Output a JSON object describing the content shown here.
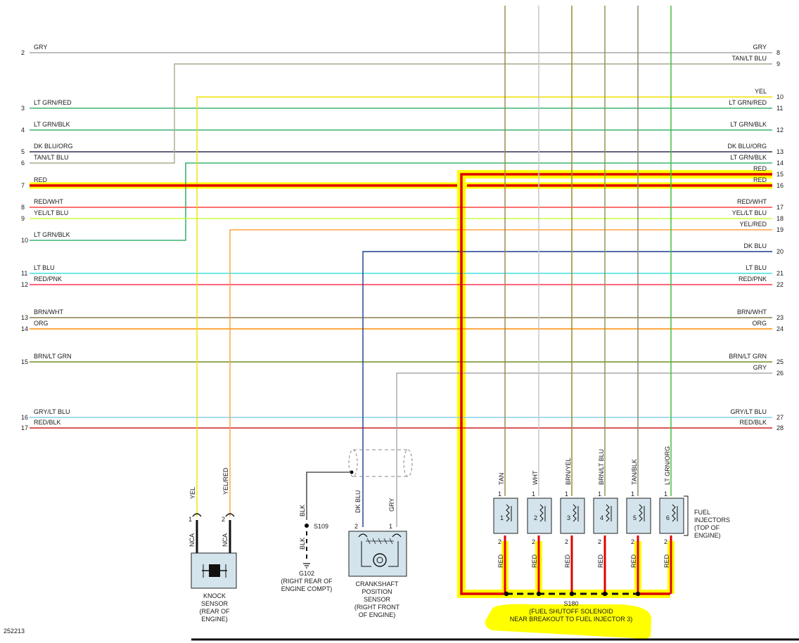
{
  "diagram_id": "252213",
  "left_wires": [
    {
      "pin": "2",
      "label": "GRY",
      "color": "#a9a9a9"
    },
    {
      "pin": "3",
      "label": "LT GRN/RED",
      "color": "#3cb371"
    },
    {
      "pin": "4",
      "label": "LT GRN/BLK",
      "color": "#3cb371"
    },
    {
      "pin": "5",
      "label": "DK BLU/ORG",
      "color": "#2f2f4f"
    },
    {
      "pin": "6",
      "label": "TAN/LT BLU",
      "color": "#a8a890"
    },
    {
      "pin": "7",
      "label": "RED",
      "color": "#e00000"
    },
    {
      "pin": "8",
      "label": "RED/WHT",
      "color": "#ff4040"
    },
    {
      "pin": "9",
      "label": "YEL/LT BLU",
      "color": "#c8ff40"
    },
    {
      "pin": "10",
      "label": "LT GRN/BLK",
      "color": "#3cb371"
    },
    {
      "pin": "11",
      "label": "LT BLU",
      "color": "#40e0e0"
    },
    {
      "pin": "12",
      "label": "RED/PNK",
      "color": "#ff3050"
    },
    {
      "pin": "13",
      "label": "BRN/WHT",
      "color": "#8b7b4b"
    },
    {
      "pin": "14",
      "label": "ORG",
      "color": "#ff8c00"
    },
    {
      "pin": "15",
      "label": "BRN/LT GRN",
      "color": "#6b8e23"
    },
    {
      "pin": "16",
      "label": "GRY/LT BLU",
      "color": "#87ceeb"
    },
    {
      "pin": "17",
      "label": "RED/BLK",
      "color": "#cc2020"
    }
  ],
  "right_wires": [
    {
      "pin": "8",
      "label": "GRY",
      "color": "#a9a9a9"
    },
    {
      "pin": "9",
      "label": "TAN/LT BLU",
      "color": "#a8a890"
    },
    {
      "pin": "10",
      "label": "YEL",
      "color": "#f0e000"
    },
    {
      "pin": "11",
      "label": "LT GRN/RED",
      "color": "#3cb371"
    },
    {
      "pin": "12",
      "label": "LT GRN/BLK",
      "color": "#3cb371"
    },
    {
      "pin": "13",
      "label": "DK BLU/ORG",
      "color": "#2f2f4f"
    },
    {
      "pin": "14",
      "label": "LT GRN/BLK",
      "color": "#3cb371"
    },
    {
      "pin": "15",
      "label": "RED",
      "color": "#e00000"
    },
    {
      "pin": "16",
      "label": "RED",
      "color": "#e00000"
    },
    {
      "pin": "17",
      "label": "RED/WHT",
      "color": "#ff4040"
    },
    {
      "pin": "18",
      "label": "YEL/LT BLU",
      "color": "#c8ff40"
    },
    {
      "pin": "19",
      "label": "YEL/RED",
      "color": "#ffa040"
    },
    {
      "pin": "20",
      "label": "DK BLU",
      "color": "#1a3a8a"
    },
    {
      "pin": "21",
      "label": "LT BLU",
      "color": "#40e0e0"
    },
    {
      "pin": "22",
      "label": "RED/PNK",
      "color": "#ff3050"
    },
    {
      "pin": "23",
      "label": "BRN/WHT",
      "color": "#8b7b4b"
    },
    {
      "pin": "24",
      "label": "ORG",
      "color": "#ff8c00"
    },
    {
      "pin": "25",
      "label": "BRN/LT GRN",
      "color": "#6b8e23"
    },
    {
      "pin": "26",
      "label": "GRY",
      "color": "#a9a9a9"
    },
    {
      "pin": "27",
      "label": "GRY/LT BLU",
      "color": "#87ceeb"
    },
    {
      "pin": "28",
      "label": "RED/BLK",
      "color": "#cc2020"
    }
  ],
  "knock_sensor": {
    "wire1": "YEL",
    "wire2": "YEL/RED",
    "pin1": "1",
    "pin2": "2",
    "nca1": "NCA",
    "nca2": "NCA",
    "caption": [
      "KNOCK",
      "SENSOR",
      "(REAR OF",
      "ENGINE)"
    ]
  },
  "ground": {
    "wire_top": "BLK",
    "wire_bottom": "BLK",
    "splice": "S109",
    "caption": [
      "G102",
      "(RIGHT REAR OF",
      "ENGINE COMPT)"
    ]
  },
  "crank_sensor": {
    "wire1": "DK BLU",
    "wire2": "GRY",
    "pin1": "2",
    "pin2": "1",
    "caption": [
      "CRANKSHAFT",
      "POSITION",
      "SENSOR",
      "(RIGHT FRONT",
      "OF ENGINE)"
    ]
  },
  "injectors": [
    {
      "num": "1",
      "wire": "TAN",
      "color": "#a08850",
      "out": "RED",
      "pin_top": "1",
      "pin_bot": "2"
    },
    {
      "num": "2",
      "wire": "WHT",
      "color": "#c8c8c8",
      "out": "RED",
      "pin_top": "1",
      "pin_bot": "2"
    },
    {
      "num": "3",
      "wire": "BRN/YEL",
      "color": "#9a8a30",
      "out": "RED",
      "pin_top": "1",
      "pin_bot": "2"
    },
    {
      "num": "4",
      "wire": "BRN/LT BLU",
      "color": "#8a9a50",
      "out": "RED",
      "pin_top": "1",
      "pin_bot": "2"
    },
    {
      "num": "5",
      "wire": "TAN/BLK",
      "color": "#8a8a70",
      "out": "RED",
      "pin_top": "1",
      "pin_bot": "2"
    },
    {
      "num": "6",
      "wire": "LT GRN/ORG",
      "color": "#40c040",
      "out": "RED",
      "pin_top": "1",
      "pin_bot": "2"
    }
  ],
  "injector_caption": [
    "FUEL",
    "INJECTORS",
    "(TOP OF",
    "ENGINE)"
  ],
  "splice_s180": {
    "label": "S180",
    "note_line1": "(FUEL SHUTOFF SOLENOID",
    "note_line2": "NEAR BREAKOUT TO FUEL INJECTOR 3)"
  },
  "highlight_color": "#ffff00",
  "wire_red": "#e00000"
}
